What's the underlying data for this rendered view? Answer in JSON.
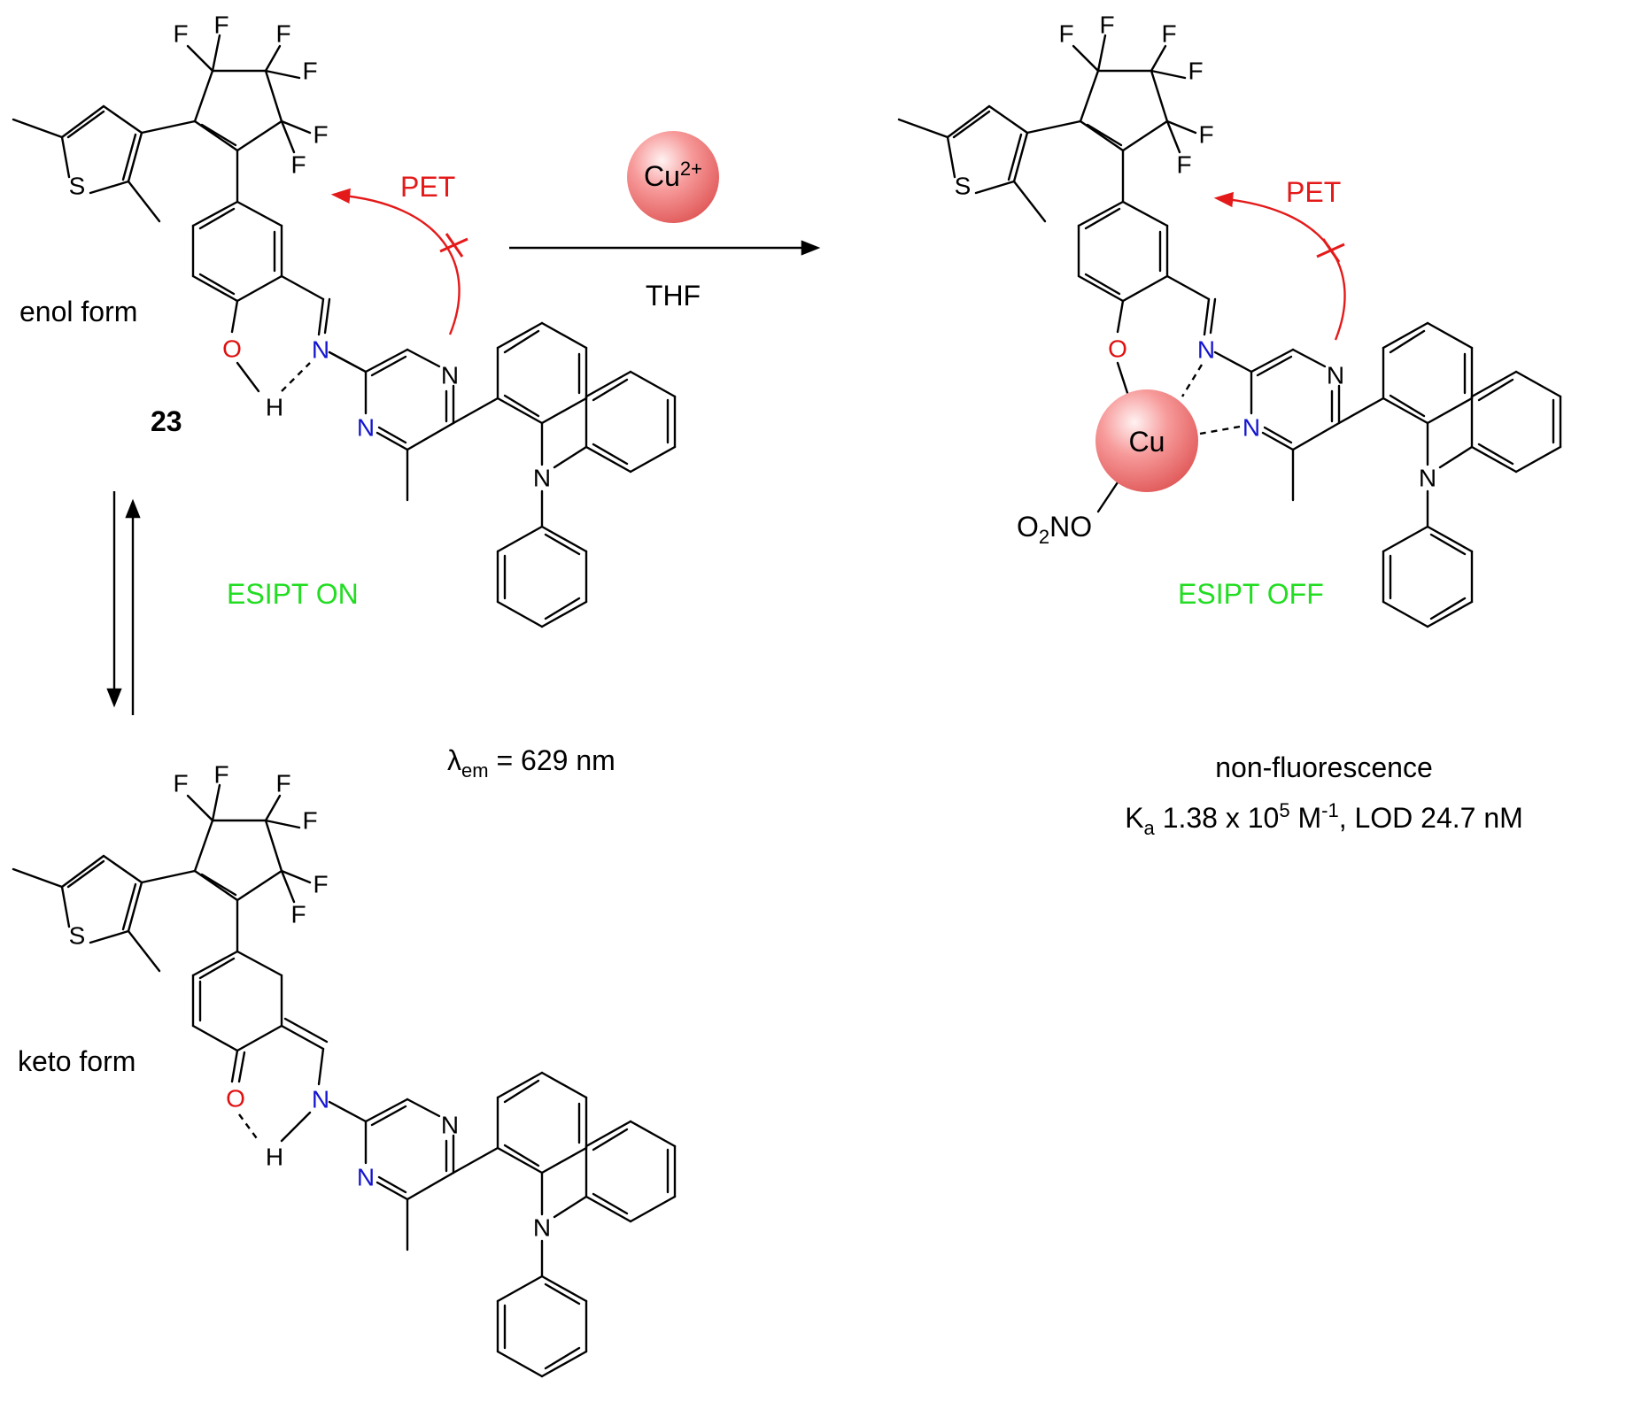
{
  "colors": {
    "black": "#000000",
    "heteroatom_N": "#1515d0",
    "heteroatom_O": "#e01010",
    "pet": "#e41a1a",
    "esipt": "#22dd22",
    "sphere": "#f47f7f"
  },
  "atoms": {
    "F": "F",
    "S": "S",
    "N": "N",
    "O": "O",
    "H": "H"
  },
  "enol": {
    "form_label": "enol form",
    "compound_number": "23",
    "pet": "PET",
    "esipt": "ESIPT ON"
  },
  "keto": {
    "form_label": "keto form"
  },
  "emission": {
    "lambda": "λ",
    "subscript": "em",
    "value": " = 629 nm"
  },
  "reaction": {
    "reagent_base": "Cu",
    "reagent_charge": "2+",
    "solvent": "THF"
  },
  "complex": {
    "pet": "PET",
    "esipt": "ESIPT OFF",
    "metal": "Cu",
    "nitrate_o": "O",
    "nitrate_sub": "2",
    "nitrate_rest": "NO",
    "result": "non-fluorescence",
    "ka_k": "K",
    "ka_sub": "a",
    "ka_value": " 1.38 x 10",
    "ka_exp": "5",
    "ka_unit": " M",
    "ka_unit_exp": "-1",
    "lod": ", LOD 24.7 nM"
  }
}
